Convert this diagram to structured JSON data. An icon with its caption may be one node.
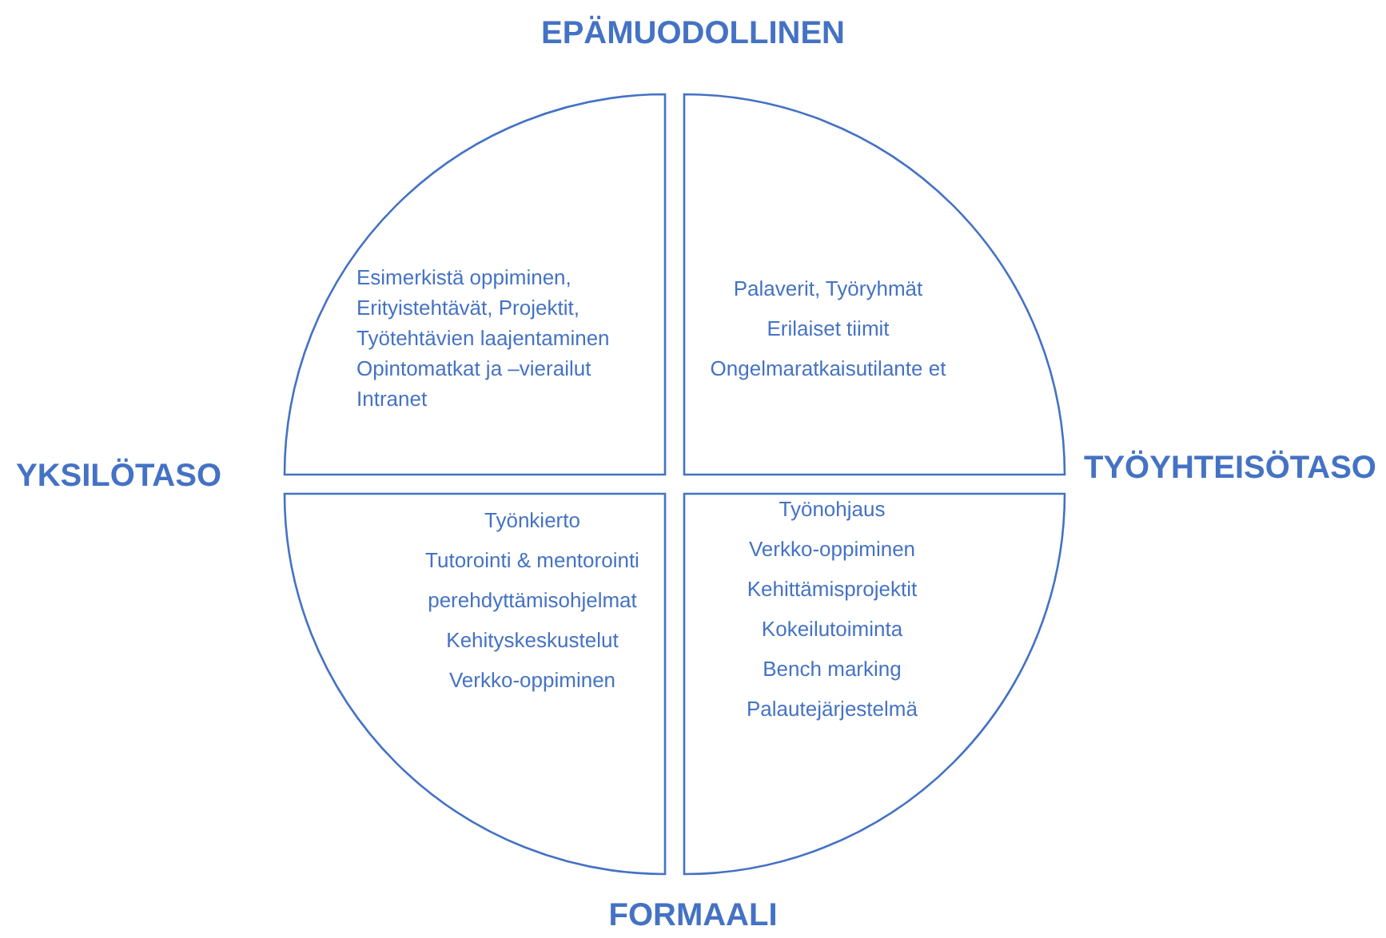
{
  "diagram": {
    "nodes": [
      {
        "text": [
          "Esimerkistä oppiminen, Erityistehtävät, Projektit, Työtehtävien laajentaminen",
          "Opintomatkat ja –vierailut",
          "Intranet"
        ]
      },
      {
        "text": [
          "Palaverit, Työryhmät",
          "Erilaiset tiimit",
          "Ongelmaratkaisutilante et"
        ]
      },
      {
        "text": [
          "Työnkierto",
          "Tutorointi & mentorointi",
          "perehdyttämisohjelmat",
          "Kehityskeskustelut",
          "Verkko-oppiminen"
        ]
      },
      {
        "text": [
          "Työnohjaus",
          "Verkko-oppiminen",
          "Kehittämisprojektit",
          "Kokeilutoiminta",
          "Bench marking",
          "Palautejärjestelmä"
        ]
      }
    ],
    "edges": [],
    "labels": [
      "EPÄMUODOLLINEN",
      "YKSILÖTASO",
      "TYÖYHTEISÖTASO",
      "FORMAALI"
    ]
  }
}
